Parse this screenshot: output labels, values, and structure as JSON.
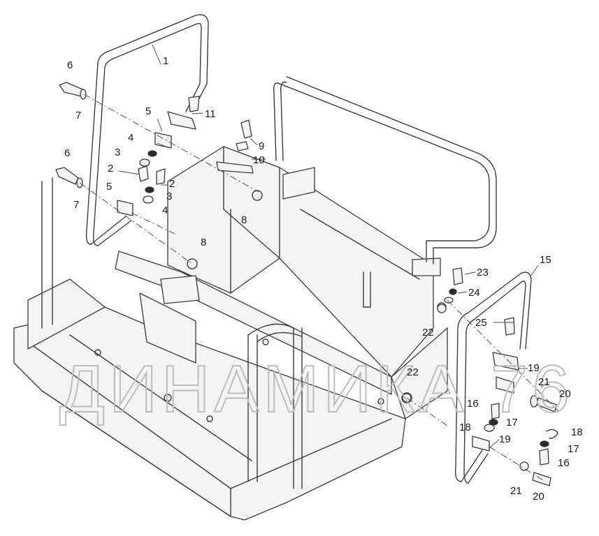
{
  "watermark": "ДИНАМИКА 76",
  "callouts": [
    "1",
    "2",
    "2",
    "3",
    "3",
    "4",
    "4",
    "5",
    "5",
    "6",
    "6",
    "7",
    "7",
    "8",
    "8",
    "9",
    "10",
    "11",
    "15",
    "16",
    "16",
    "17",
    "17",
    "18",
    "18",
    "19",
    "19",
    "20",
    "20",
    "21",
    "21",
    "22",
    "22",
    "23",
    "24",
    "25"
  ],
  "colors": {
    "line": "#3a3a3a",
    "watermark": "#bdbdbd",
    "background": "#ffffff"
  }
}
